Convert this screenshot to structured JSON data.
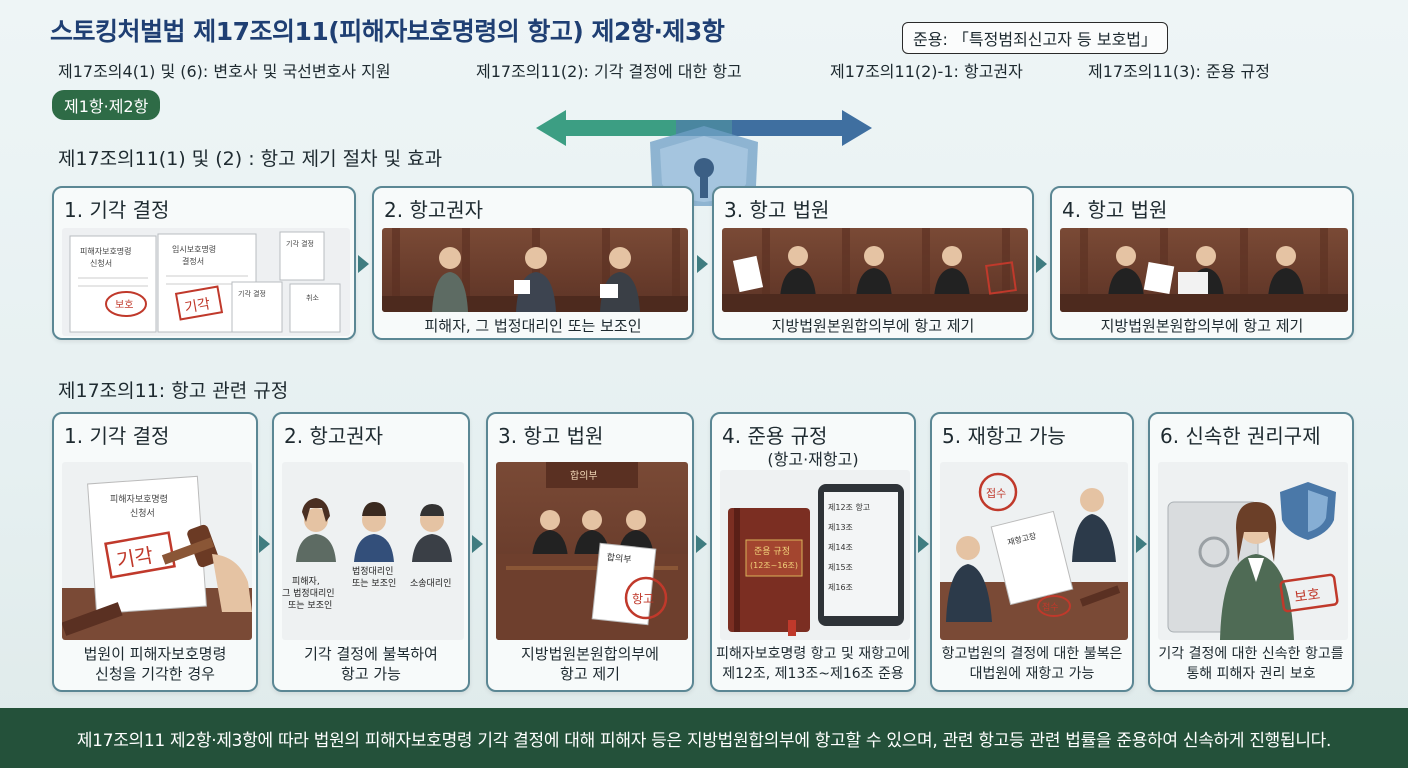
{
  "header": {
    "title": "스토킹처벌법 제17조의11(피해자보호명령의 항고) 제2항·제3항",
    "apply_note": "준용: 「특정범죄신고자 등 보호법」",
    "subtitles": [
      "제17조의4(1) 및 (6): 변호사 및 국선변호사 지원",
      "제17조의11(2): 기각 결정에 대한 항고",
      "제17조의11(2)-1: 항고권자",
      "제17조의11(3): 준용 규정"
    ],
    "pill": "제1항·제2항"
  },
  "section1": {
    "title": "제17조의11(1) 및 (2) : 항고 제기 절차 및 효과",
    "cards": [
      {
        "title": "1. 기각 결정",
        "caption": "",
        "img_text": [
          "피해자보호명령",
          "신청서",
          "임시보호명령",
          "결정서",
          "보호",
          "기각",
          "기각 결정",
          "기각 결정",
          "취소"
        ]
      },
      {
        "title": "2. 항고권자",
        "caption": "피해자, 그 법정대리인 또는 보조인"
      },
      {
        "title": "3. 항고 법원",
        "caption": "지방법원본원합의부에 항고 제기"
      },
      {
        "title": "4. 항고 법원",
        "caption": "지방법원본원합의부에 항고 제기"
      }
    ]
  },
  "section2": {
    "title": "제17조의11: 항고 관련 규정",
    "cards": [
      {
        "title": "1. 기각 결정",
        "subtitle": "",
        "caption": [
          "법원이 피해자보호명령",
          "신청을 기각한 경우"
        ],
        "img_text": [
          "피해자보호명령",
          "신청서",
          "기각"
        ]
      },
      {
        "title": "2. 항고권자",
        "subtitle": "",
        "caption": [
          "기각 결정에 불복하여",
          "항고 가능"
        ],
        "img_text": [
          "피해자,",
          "그 법정대리인",
          "또는 보조인",
          "법정대리인",
          "또는 보조인",
          "소송대리인"
        ]
      },
      {
        "title": "3. 항고 법원",
        "subtitle": "",
        "caption": [
          "지방법원본원합의부에",
          "항고 제기"
        ],
        "img_text": [
          "합의부",
          "합의부",
          "항고"
        ]
      },
      {
        "title": "4. 준용 규정",
        "subtitle": "(항고·재항고)",
        "caption": [
          "피해자보호명령 항고 및 재항고에",
          "제12조, 제13조~제16조 준용"
        ],
        "img_text": [
          "준용 규정",
          "(12조~16조)",
          "제12조 항고",
          "제13조",
          "제14조",
          "제15조",
          "제16조"
        ]
      },
      {
        "title": "5. 재항고 가능",
        "subtitle": "",
        "caption": [
          "항고법원의 결정에 대한 불복은",
          "대법원에 재항고 가능"
        ],
        "img_text": [
          "접수",
          "재항고장",
          "접수"
        ]
      },
      {
        "title": "6. 신속한 권리구제",
        "subtitle": "",
        "caption": [
          "기각 결정에 대한 신속한 항고를",
          "통해 피해자 권리 보호"
        ],
        "img_text": [
          "보호"
        ]
      }
    ]
  },
  "footer": {
    "text": "제17조의11 제2항·제3항에 따라 법원의 피해자보호명령 기각 결정에 대해 피해자 등은 지방법원합의부에 항고할 수 있으며, 관련 항고등 관련 법률을 준용하여 신속하게 진행됩니다."
  },
  "colors": {
    "title": "#1f3f73",
    "card_border": "#5b8794",
    "pill_bg": "#2e6b46",
    "footer_bg": "#24513a",
    "stamp_red": "#c0392b",
    "arrow": "#3f7c80"
  },
  "icons": [
    "shield-icon",
    "double-arrow-icon",
    "gavel-icon",
    "stamp-icon",
    "book-icon",
    "tablet-icon",
    "safe-icon"
  ]
}
